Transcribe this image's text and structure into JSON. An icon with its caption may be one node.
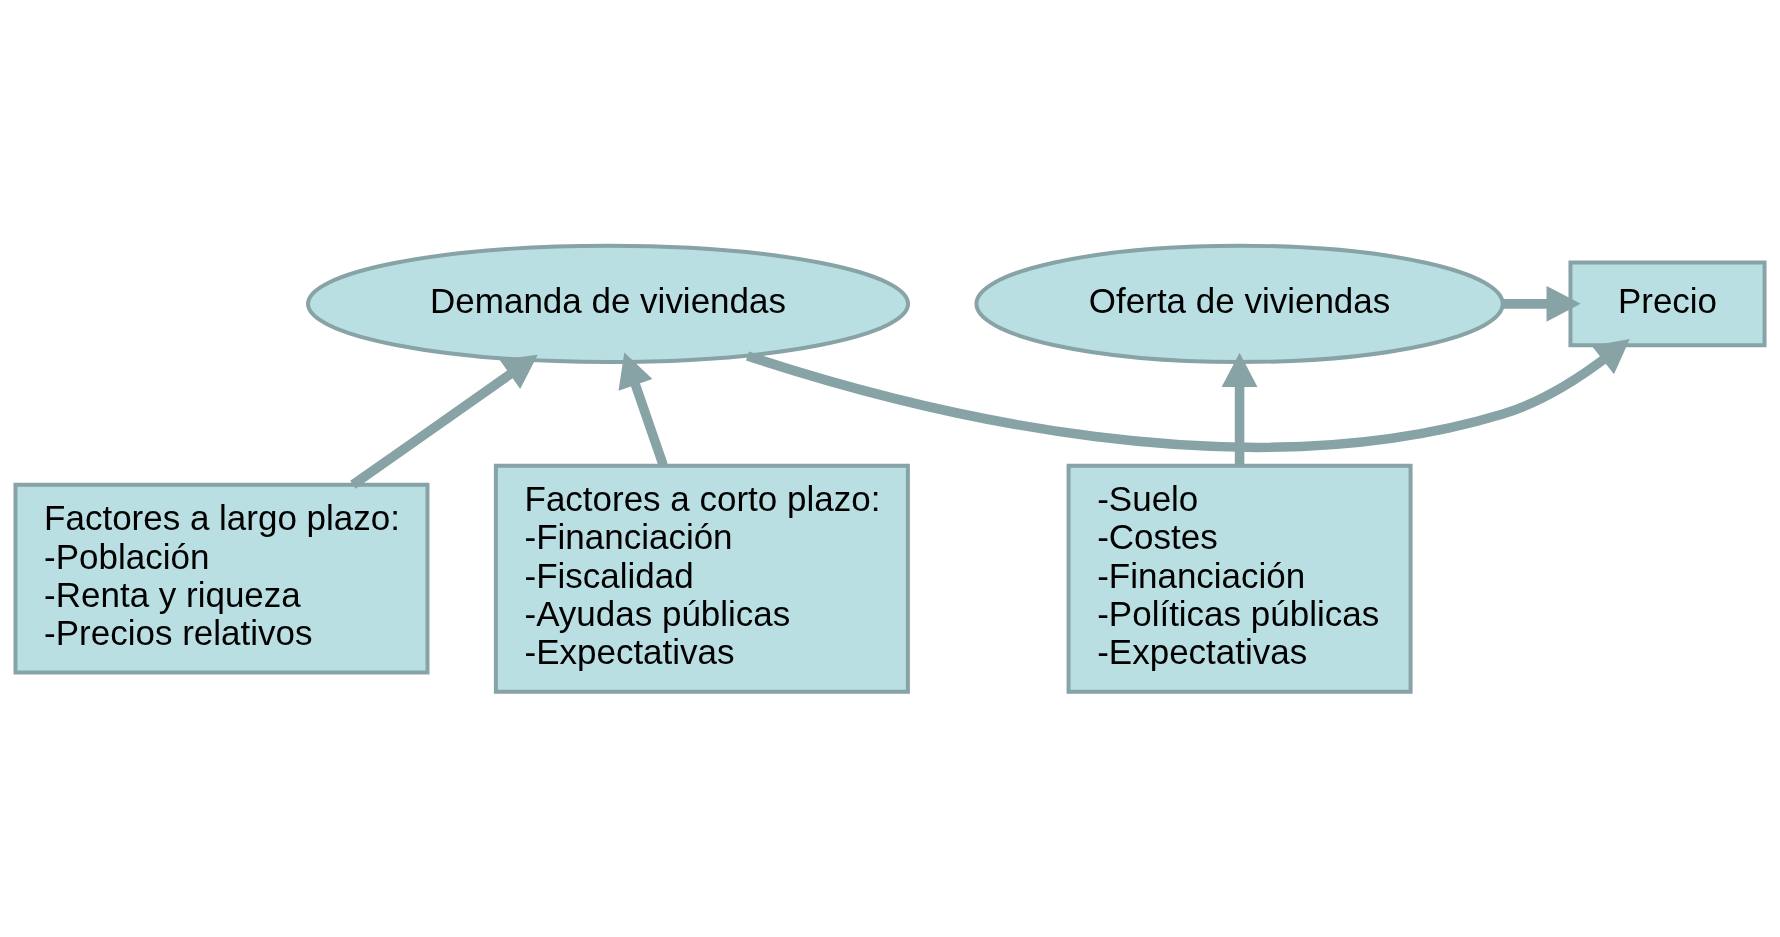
{
  "diagram": {
    "nodes": [
      {
        "text": [
          "Demanda de viviendas"
        ]
      },
      {
        "text": [
          "Precio"
        ]
      },
      {
        "text": [
          "Oferta de viviendas"
        ]
      },
      {
        "text": [
          "Factores a largo plazo:",
          "-Población",
          "-Renta y riqueza",
          "-Precios relativos"
        ]
      },
      {
        "text": [
          "Factores a corto plazo:",
          "-Financiación",
          "-Fiscalidad",
          "-Ayudas públicas",
          "-Expectativas"
        ]
      },
      {
        "text": [
          "-Suelo",
          "-Costes",
          "-Financiación",
          "-Políticas públicas",
          "-Expectativas"
        ]
      }
    ],
    "edges": [
      {
        "from": 0,
        "to": 1,
        "arrow": "to"
      },
      {
        "from": 2,
        "to": 1,
        "arrow": "to"
      },
      {
        "from": 3,
        "to": 0,
        "arrow": "to"
      },
      {
        "from": 4,
        "to": 0,
        "arrow": "to"
      },
      {
        "from": 5,
        "to": 2,
        "arrow": "to"
      }
    ]
  }
}
